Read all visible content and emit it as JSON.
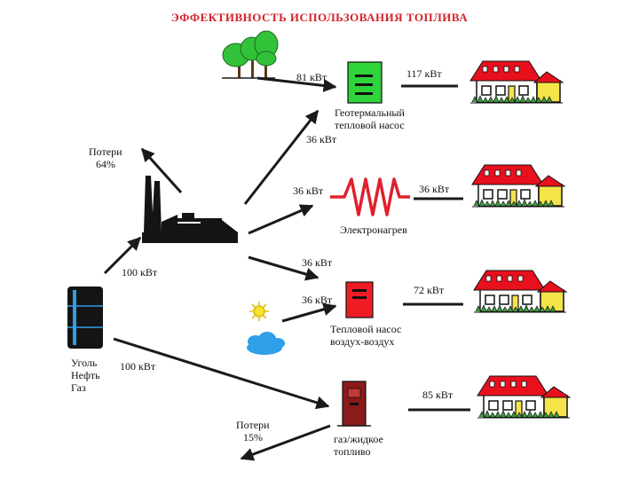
{
  "title": "ЭФФЕКТИВНОСТЬ ИСПОЛЬЗОВАНИЯ ТОПЛИВА",
  "colors": {
    "title": "#d2232a",
    "arrow": "#1a1a1a",
    "roof": "#e8101c",
    "house_wall": "#ffffff",
    "garage": "#f5e34a",
    "geo_box": "#2fd33a",
    "air_box": "#ef1c24",
    "boiler": "#8b1a1a",
    "coil": "#e0202c",
    "sun": "#f4e52a",
    "cloud": "#2f9fe8",
    "barrel": "#141414",
    "tree": "#32c23a"
  },
  "source": {
    "fuels": [
      "Уголь",
      "Нефть",
      "Газ"
    ],
    "to_plant": "100 кВт",
    "to_boiler": "100 кВт"
  },
  "plant": {
    "losses": [
      "Потери",
      "64%"
    ]
  },
  "boiler_losses": [
    "Потери",
    "15%"
  ],
  "routes": [
    {
      "input": "36 кВт",
      "ambient": "81 кВт",
      "device": [
        "Геотермальный",
        "тепловой насос"
      ],
      "output": "117 кВт"
    },
    {
      "input": "36 кВт",
      "device": [
        "Электронагрев"
      ],
      "output": "36 кВт"
    },
    {
      "input": "36 кВт",
      "ambient": "36 кВт",
      "device": [
        "Тепловой насос",
        "воздух-воздух"
      ],
      "output": "72 кВт"
    },
    {
      "device": [
        "газ/жидкое",
        "топливо"
      ],
      "output": "85 кВт"
    }
  ]
}
